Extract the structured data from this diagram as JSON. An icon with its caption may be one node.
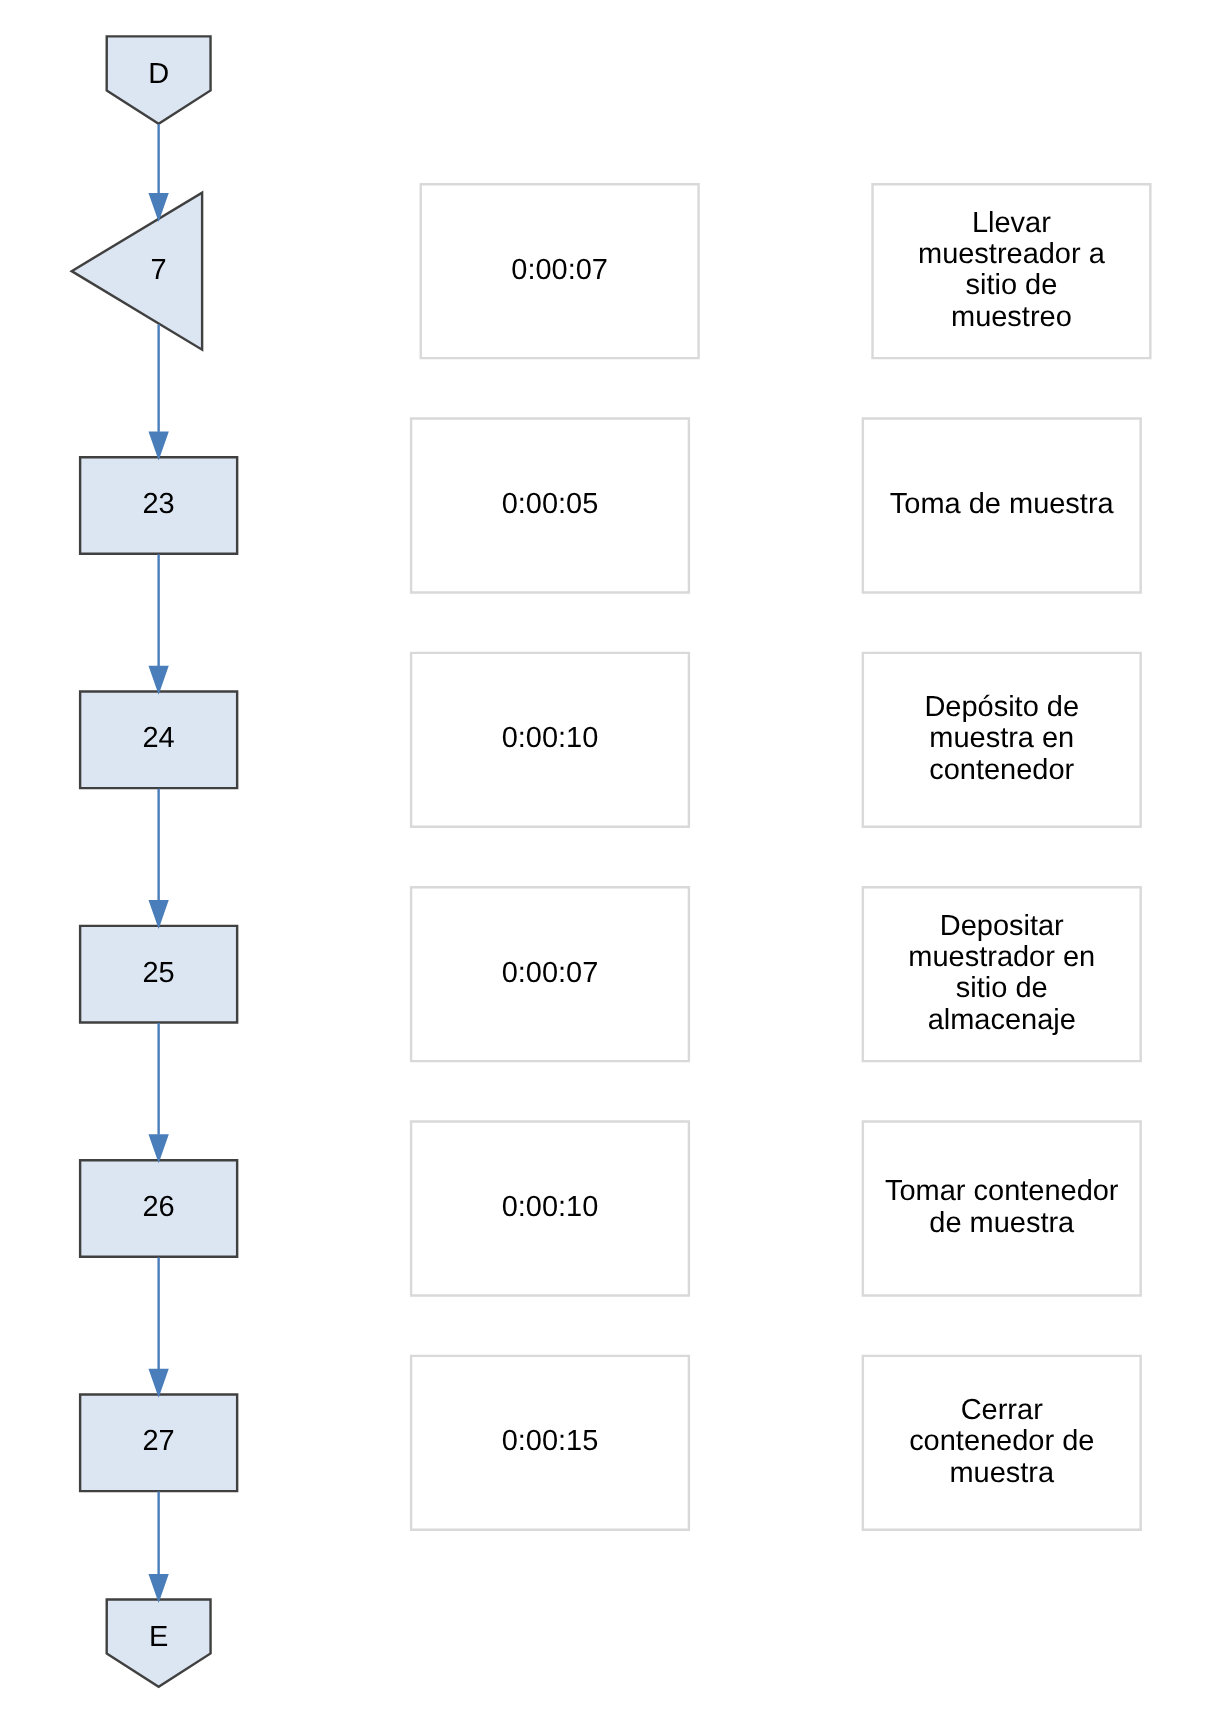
{
  "diagram": {
    "nodes": [
      {
        "text": [
          "D"
        ]
      },
      {
        "text": [
          "0:00:07"
        ]
      },
      {
        "text": [
          "7"
        ]
      },
      {
        "text": [
          "Llevar muestreador a sitio de muestreo"
        ]
      },
      {
        "text": [
          "0:00:05"
        ]
      },
      {
        "text": [
          "23"
        ]
      },
      {
        "text": [
          "Toma de muestra"
        ]
      },
      {
        "text": [
          "0:00:10"
        ]
      },
      {
        "text": [
          "24"
        ]
      },
      {
        "text": [
          "Depósito de muestra en contenedor"
        ]
      },
      {
        "text": [
          "0:00:07"
        ]
      },
      {
        "text": [
          "25"
        ]
      },
      {
        "text": [
          "Depositar muestrador en sitio de almacenaje"
        ]
      },
      {
        "text": [
          "0:00:10"
        ]
      },
      {
        "text": [
          "26"
        ]
      },
      {
        "text": [
          "Tomar contenedor de muestra"
        ]
      },
      {
        "text": [
          "0:00:15"
        ]
      },
      {
        "text": [
          "27"
        ]
      },
      {
        "text": [
          "Cerrar contenedor de muestra"
        ]
      },
      {
        "text": [
          "E"
        ]
      }
    ],
    "edges": [
      {
        "from": 0,
        "to": 2,
        "arrow": "to"
      },
      {
        "from": 2,
        "to": 5,
        "arrow": "to"
      },
      {
        "from": 5,
        "to": 8,
        "arrow": "to"
      },
      {
        "from": 8,
        "to": 11,
        "arrow": "to"
      },
      {
        "from": 11,
        "to": 14,
        "arrow": "to"
      },
      {
        "from": 14,
        "to": 17,
        "arrow": "to"
      },
      {
        "from": 17,
        "to": 19,
        "arrow": "to"
      }
    ]
  }
}
